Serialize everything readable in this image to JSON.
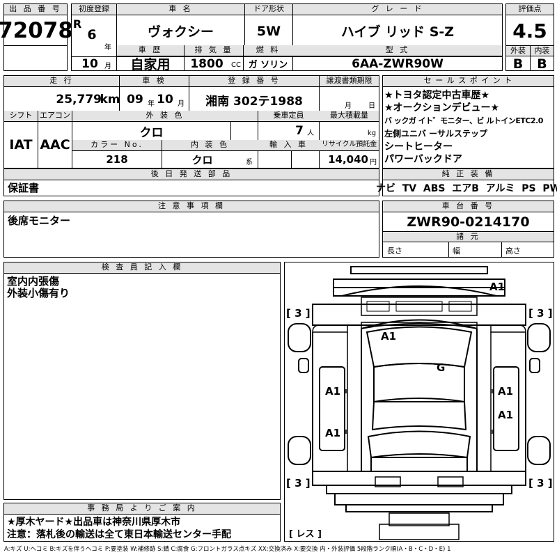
{
  "header": {
    "lot_number_label": "出 品 番 号",
    "lot_number": "72078",
    "first_reg_label": "初度登録",
    "era": "R",
    "year": "6",
    "year_unit": "年",
    "month": "10",
    "month_unit": "月",
    "car_name_label": "車 名",
    "car_name": "ヴォクシー",
    "door_label": "ドア形状",
    "door": "5W",
    "grade_label": "グ レ ー ド",
    "grade": "ハイブ リッド S-Z",
    "score_label": "評価点",
    "score": "4.5",
    "history_label": "車 歴",
    "history": "自家用",
    "displacement_label": "排 気 量",
    "displacement": "1800",
    "displacement_unit": "CC",
    "fuel_label": "燃 料",
    "fuel": "ガ ソリン",
    "model_label": "型 式",
    "model": "6AA-ZWR90W",
    "exterior_label": "外装",
    "exterior": "B",
    "interior_label": "内装",
    "interior": "B"
  },
  "row2": {
    "mileage_label": "走 行",
    "mileage": "25,779",
    "mileage_unit": "km",
    "inspection_label": "車 検",
    "insp_year": "09",
    "insp_year_unit": "年",
    "insp_month": "10",
    "insp_month_unit": "月",
    "registration_label": "登 録 番 号",
    "registration": "湘南 302テ1988",
    "transfer_label": "譲渡書類期限",
    "transfer_month_unit": "月",
    "transfer_day_unit": "日",
    "shift_label": "シフト",
    "shift": "IAT",
    "aircon_label": "エアコン",
    "aircon": "AAC",
    "ext_color_label": "外 装 色",
    "ext_color": "クロ",
    "capacity_label": "乗車定員",
    "capacity": "7",
    "capacity_unit": "人",
    "load_label": "最大積載量",
    "load_unit": "kg",
    "color_no_label": "カラー No.",
    "color_no": "218",
    "int_color_label": "内 装 色",
    "int_color": "クロ",
    "int_color_unit": "系",
    "import_label": "輸 入 車",
    "recycle_label": "リサイクル預託金",
    "recycle": "14,040",
    "recycle_unit": "円"
  },
  "sales_points": {
    "label": "セ ー ル ス ポ イ ン ト",
    "items": [
      "★トヨタ認定中古車歴★",
      "★オークションデビュー★",
      "バ ックガ イト゛モニター、ビ ルトインETC2.0",
      "左側ユニバ ーサルステップ ",
      "シートヒーター",
      "パワーバックドア"
    ]
  },
  "later_parts": {
    "label": "後 日 発 送 部 品",
    "text": "保証書"
  },
  "genuine": {
    "label": "純 正 装 備",
    "text": "ナビ  TV  ABS  エアB  アルミ  PS  PW"
  },
  "notes": {
    "label": "注 意 事 項 欄",
    "text": "後席モニター"
  },
  "chassis": {
    "label": "車 台 番 号",
    "number": "ZWR90-0214170",
    "specs_label": "諸 元",
    "length_label": "長さ",
    "width_label": "幅",
    "height_label": "高さ"
  },
  "inspector": {
    "label": "検 査 員 記 入 欄",
    "lines": [
      "室内内張傷",
      "外装小傷有り"
    ]
  },
  "office": {
    "label": "事 務 局 よ り ご 案 内",
    "lines": [
      "★厚木ヤード★出品車は神奈川県厚木市",
      "注意：落札後の輸送は全て東日本輸送センター手配"
    ]
  },
  "diagram": {
    "tire_left_top": "[ 3 ]",
    "tire_right_top": "[ 3 ]",
    "tire_left_bottom": "[ 3 ]",
    "tire_right_bottom": "[ 3 ]",
    "spare": "[ レス ]",
    "marks": [
      "A1",
      "A1",
      "G",
      "A1",
      "A1",
      "A1",
      "A1"
    ]
  },
  "legend": "A:キズ U:ヘコミ B:キズを伴うヘコミ P:要塗装 W:補修跡 S:錆 C:腐食 G:フロントガラス点キズ XX:交換済み X:要交換  内・外装評価 5段階ランク順(A・B・C・D・E) 1"
}
